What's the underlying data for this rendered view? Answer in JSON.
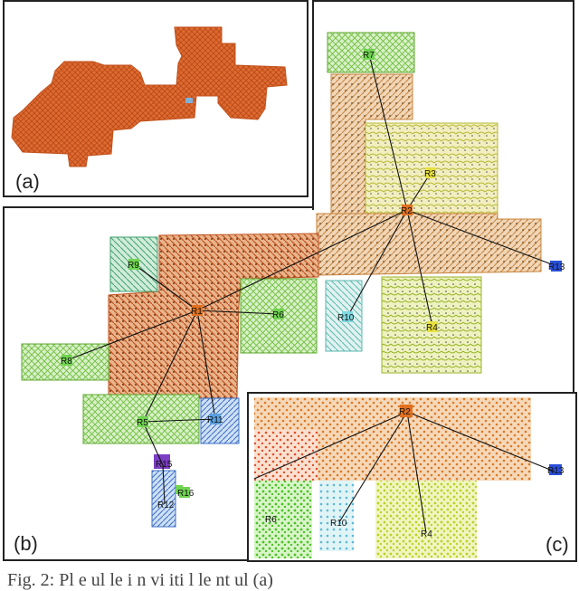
{
  "panels": {
    "a": {
      "label": "(a)"
    },
    "b": {
      "label": "(b)"
    },
    "c": {
      "label": "(c)"
    }
  },
  "regions": {
    "R1": "R1",
    "R2": "R2",
    "R3": "R3",
    "R4": "R4",
    "R5": "R5",
    "R6": "R6",
    "R7": "R7",
    "R8": "R8",
    "R9": "R9",
    "R10": "R10",
    "R11": "R11",
    "R12": "R12",
    "R13": "R13",
    "R15": "R15",
    "R16": "R16"
  },
  "caption": "Fig. 2:  Pl                    e      ul       le i             n    vi iti                  l      le                          nt         ul       (a)",
  "colors": {
    "orange": "#d2691e",
    "tan": "#c8843c",
    "olive": "#b5b830",
    "green": "#6fbf3f",
    "teal": "#5cb8b0",
    "blue": "#3b6fc4",
    "purple": "#7b3fc4"
  }
}
